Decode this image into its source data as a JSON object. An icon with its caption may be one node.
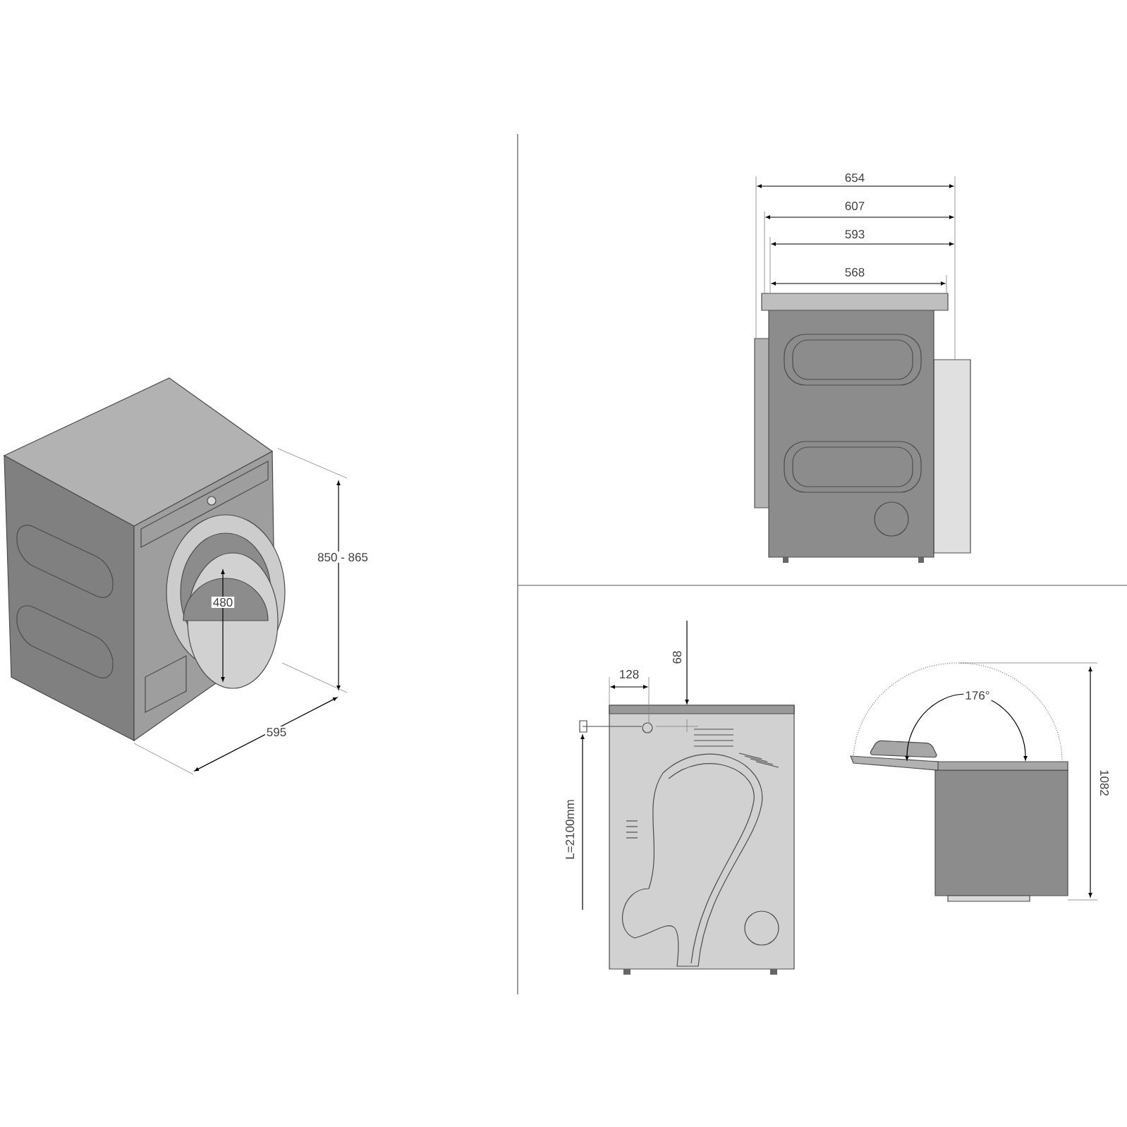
{
  "diagram": {
    "labels": [
      "850 - 865",
      "480",
      "595",
      "654",
      "607",
      "593",
      "568",
      "68",
      "128",
      "L=2100mm",
      "176°",
      "1082"
    ]
  }
}
